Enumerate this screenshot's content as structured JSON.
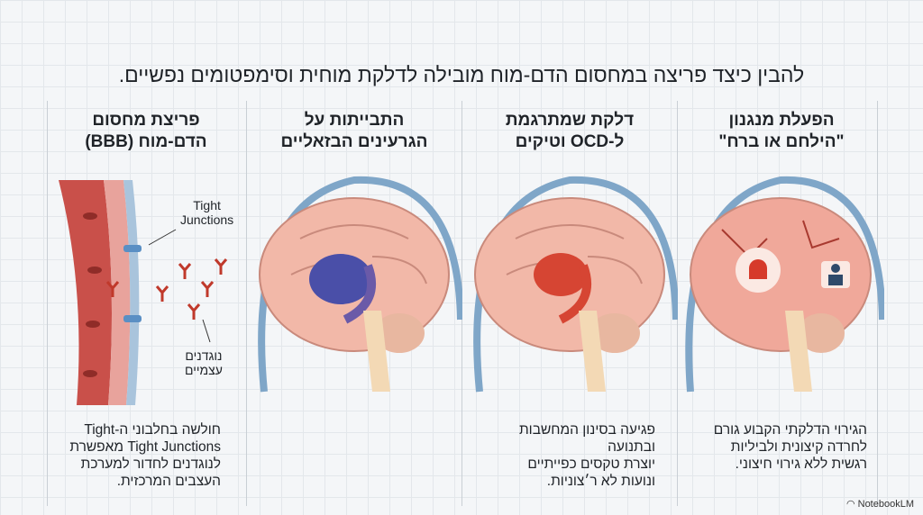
{
  "title": "להבין כיצד פריצה במחסום הדם-מוח מובילה לדלקת מוחית וסימפטומים נפשיים.",
  "panels": [
    {
      "heading_1": "פריצת מחסום",
      "heading_2": "הדם-מוח (BBB)",
      "labels": {
        "tight_junctions_1": "Tight",
        "tight_junctions_2": "Junctions",
        "antibodies_1": "נוגדנים",
        "antibodies_2": "עצמיים"
      },
      "desc": [
        "חולשה בחלבוני ה-Tight",
        "Tight Junctions מאפשרת",
        "לנוגדנים לחדור למערכת",
        "העצבים המרכזית."
      ]
    },
    {
      "heading_1": "התבייתות על",
      "heading_2": "הגרעינים הבזאליים"
    },
    {
      "heading_1": "דלקת שמתרגמת",
      "heading_2": "ל-OCD וטיקים",
      "desc": [
        "פגיעה בסינון המחשבות",
        "ובתנועה",
        "יוצרת טקסים כפייתיים",
        "ונועות לא ר׳צוניות."
      ]
    },
    {
      "heading_1": "הפעלת מנגנון",
      "heading_2": "\"הילחם או ברח\"",
      "desc": [
        "הגירוי הדלקתי הקבוע גורם",
        "לחרדה קיצונית ולביליות",
        "רגשית ללא גירוי חיצוני."
      ]
    }
  ],
  "brand": "NotebookLM",
  "colors": {
    "brain": "#f2b8a8",
    "basal_ganglia_blue": "#4a4fa8",
    "basal_ganglia_red": "#d64533",
    "antibody": "#c0392b",
    "vessel": "#c9504a"
  }
}
